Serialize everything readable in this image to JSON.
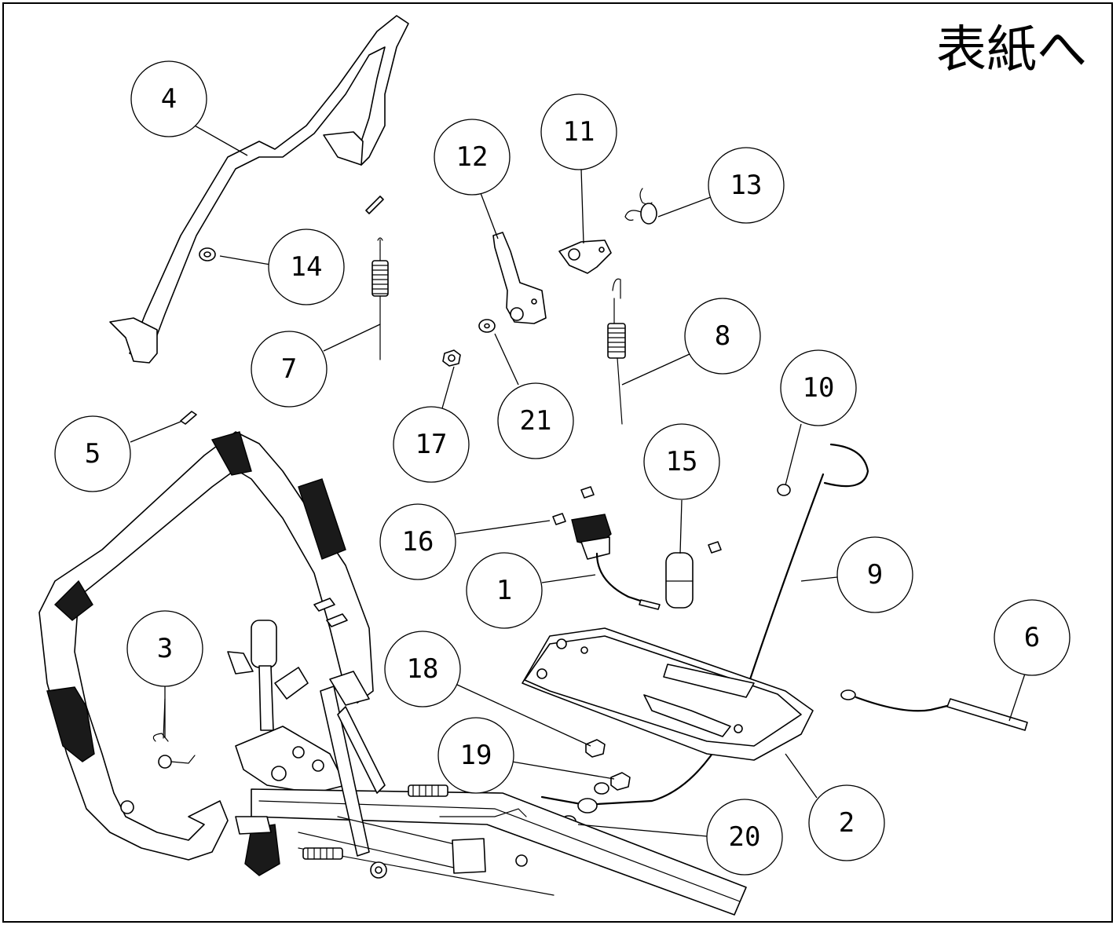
{
  "header": {
    "cover_link_label": "表紙へ"
  },
  "callouts": [
    {
      "label": "1"
    },
    {
      "label": "2"
    },
    {
      "label": "3"
    },
    {
      "label": "4"
    },
    {
      "label": "5"
    },
    {
      "label": "6"
    },
    {
      "label": "7"
    },
    {
      "label": "8"
    },
    {
      "label": "9"
    },
    {
      "label": "10"
    },
    {
      "label": "11"
    },
    {
      "label": "12"
    },
    {
      "label": "13"
    },
    {
      "label": "14"
    },
    {
      "label": "15"
    },
    {
      "label": "16"
    },
    {
      "label": "17"
    },
    {
      "label": "18"
    },
    {
      "label": "19"
    },
    {
      "label": "20"
    },
    {
      "label": "21"
    }
  ]
}
